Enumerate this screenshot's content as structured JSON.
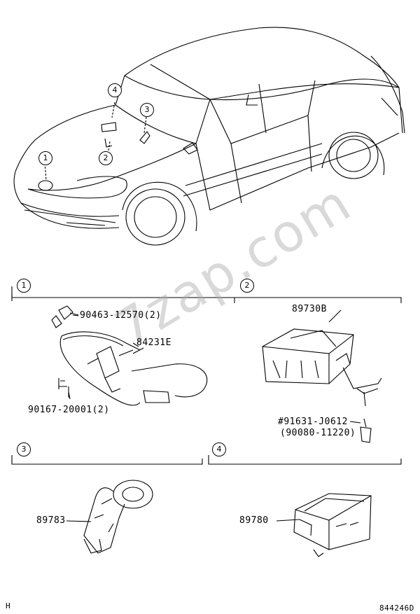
{
  "callouts": {
    "c1": "1",
    "c2": "2",
    "c3": "3",
    "c4": "4"
  },
  "sections": {
    "s1": "1",
    "s2": "2",
    "s3": "3",
    "s4": "4"
  },
  "parts": {
    "p1a": "90463-12570(2)",
    "p1b": "84231E",
    "p1c": "90167-20001(2)",
    "p2a": "89730B",
    "p2b": "#91631-J0612",
    "p2c": "(90080-11220)",
    "p3a": "89783",
    "p4a": "89780"
  },
  "footer": {
    "code": "844246D",
    "mark": "H"
  },
  "watermark": "7zap.com"
}
